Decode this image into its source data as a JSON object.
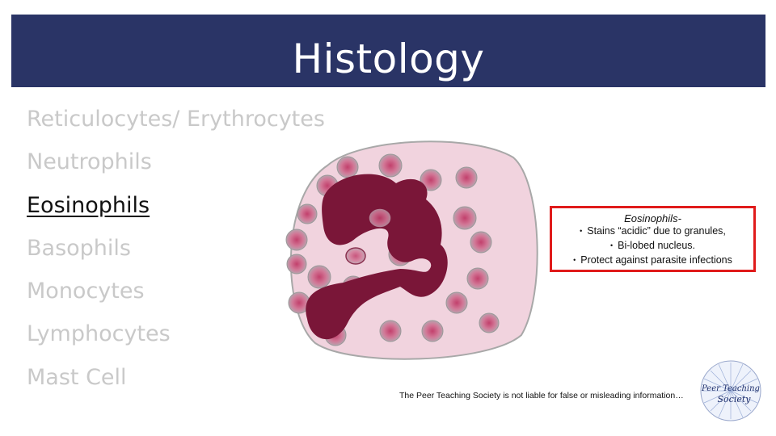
{
  "header": {
    "title": "Histology"
  },
  "menu": {
    "items": [
      {
        "label": "Reticulocytes/ Erythrocytes",
        "active": false
      },
      {
        "label": "Neutrophils",
        "active": false
      },
      {
        "label": "Eosinophils",
        "active": true
      },
      {
        "label": "Basophils",
        "active": false
      },
      {
        "label": "Monocytes",
        "active": false
      },
      {
        "label": "Lymphocytes",
        "active": false
      },
      {
        "label": "Mast Cell",
        "active": false
      }
    ]
  },
  "info_box": {
    "heading": "Eosinophils-",
    "bullets": [
      "Stains “acidic” due to granules,",
      "Bi-lobed nucleus.",
      "Protect against parasite infections"
    ]
  },
  "disclaimer": "The Peer Teaching Society is not liable for false or misleading information…",
  "logo": {
    "text_line1": "Peer Teaching",
    "text_line2": "Society"
  },
  "colors": {
    "title_bar": "#2a3466",
    "menu_inactive": "#c9c9c9",
    "menu_active": "#111111",
    "info_border": "#e01b1b",
    "nucleus": "#7a1638",
    "cytoplasm": "#f1d3de",
    "granule": "#c2406c"
  }
}
